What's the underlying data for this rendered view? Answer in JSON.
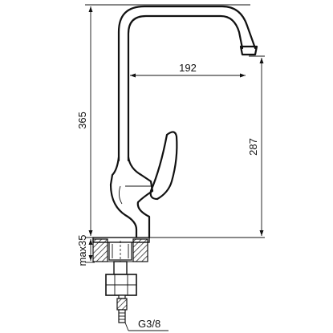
{
  "dimensions": {
    "overall_height": "365",
    "spout_height": "287",
    "spout_reach": "192",
    "max_deck_thickness": "max35",
    "thread": "G3/8"
  }
}
